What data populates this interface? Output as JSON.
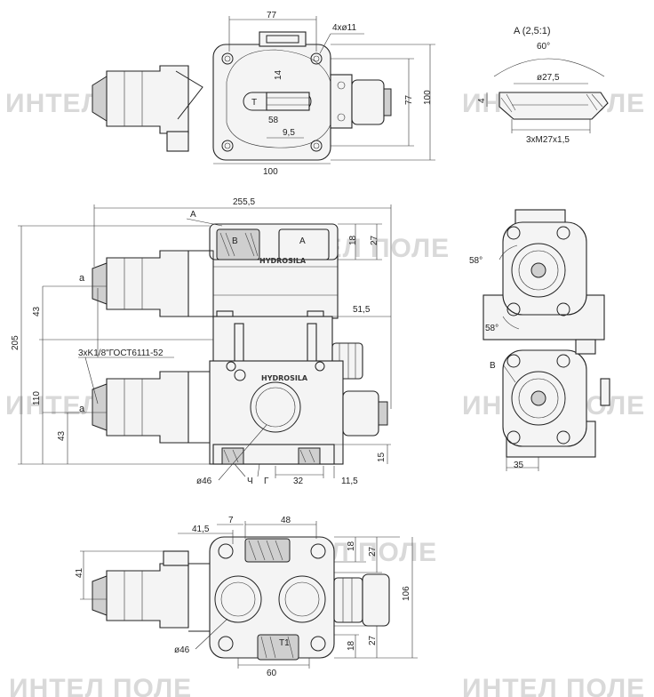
{
  "watermark": "ИНТЕЛ ПОЛЕ",
  "brand": "HYDROSILA",
  "detail": {
    "title": "A (2,5:1)",
    "angle": "60°",
    "diameter": "ø27,5",
    "thread": "3xM27x1,5",
    "height": "4"
  },
  "top_view": {
    "width_top": "77",
    "holes": "4xø11",
    "dim_14": "14",
    "port_t": "T",
    "dim_58": "58",
    "dim_9_5": "9,5",
    "width_bottom": "100",
    "height_inner": "77",
    "height_outer": "100"
  },
  "front_view": {
    "length": "255,5",
    "section_a": "A",
    "port_b": "B",
    "port_a": "A",
    "dim_18": "18",
    "dim_27": "27",
    "dim_51_5": "51,5",
    "label_a_upper": "a",
    "label_a_lower": "a",
    "height_total": "205",
    "dim_43_upper": "43",
    "dim_110": "110",
    "dim_43_lower": "43",
    "thread_note": "3xK1/8\"ГОСТ6111-52",
    "bore": "ø46",
    "port_ch": "Ч",
    "port_g": "Г",
    "dim_32": "32",
    "dim_11_5": "11,5",
    "dim_15": "15"
  },
  "side_view": {
    "angle_upper": "58°",
    "angle_lower": "58°",
    "port_b": "B",
    "width": "35"
  },
  "bottom_view": {
    "dim_41_5": "41,5",
    "dim_7": "7",
    "dim_48": "48",
    "dim_41": "41",
    "dim_18_top": "18",
    "dim_27_top": "27",
    "dim_106": "106",
    "dim_27_bottom": "27",
    "dim_18_bottom": "18",
    "port_t1": "T1",
    "bore": "ø46",
    "dim_60": "60"
  }
}
